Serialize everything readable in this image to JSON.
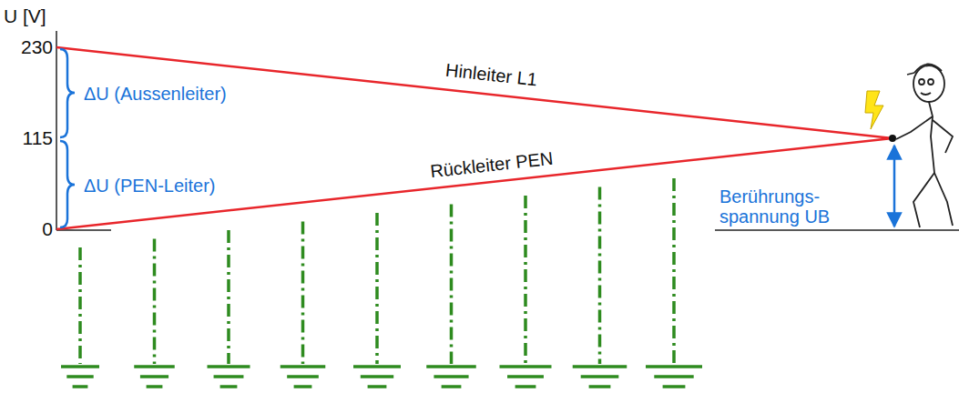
{
  "diagram": {
    "labels": [
      "U [V]",
      "230",
      "115",
      "0",
      "ΔU (Aussenleiter)",
      "ΔU (PEN-Leiter)",
      "Hinleiter L1",
      "Rückleiter PEN",
      "Berührungs- spannung UB"
    ]
  }
}
